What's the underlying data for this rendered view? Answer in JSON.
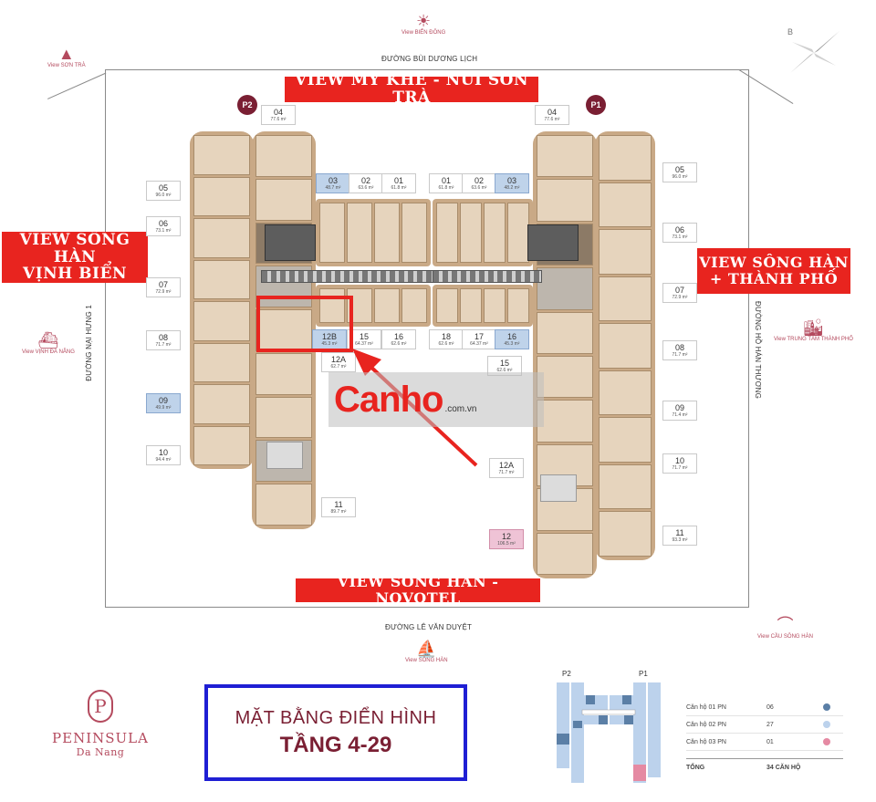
{
  "streets": {
    "top": "ĐƯỜNG BÙI DƯƠNG LỊCH",
    "bottom": "ĐƯỜNG LÊ VĂN DUYỆT",
    "left": "ĐƯỜNG NẠI HƯNG 1",
    "right": "ĐƯỜNG HỒ HÁN THƯƠNG"
  },
  "view_marks": {
    "son_tra": "View SƠN TRÀ",
    "bien_dong": "View BIỂN ĐÔNG",
    "vinh_da_nang": "View VỊNH ĐÀ NẴNG",
    "trung_tam": "View TRUNG TÂM THÀNH PHỐ",
    "cau_song_han": "View CẦU SÔNG HÀN",
    "song_han": "View SÔNG HÀN"
  },
  "compass_letter": "B",
  "banners": {
    "top": "VIEW MỸ KHÊ - NÚI SƠN TRÀ",
    "left": "VIEW SÔNG HÀN\nVỊNH BIỂN",
    "right": "VIEW SÔNG HÀN\n+ THÀNH PHỐ",
    "bottom": "VIEW SÔNG HÀN - NOVOTEL"
  },
  "tower_badges": {
    "p2": "P2",
    "p1": "P1"
  },
  "units": [
    {
      "id": "u-p2-04",
      "num": "04",
      "area": "77.6 m²",
      "style": "white"
    },
    {
      "id": "u-p2-05",
      "num": "05",
      "area": "96.0 m²",
      "style": "white"
    },
    {
      "id": "u-p2-06",
      "num": "06",
      "area": "73.1 m²",
      "style": "white"
    },
    {
      "id": "u-p2-07",
      "num": "07",
      "area": "72.9 m²",
      "style": "white"
    },
    {
      "id": "u-p2-08",
      "num": "08",
      "area": "71.7 m²",
      "style": "white"
    },
    {
      "id": "u-p2-09",
      "num": "09",
      "area": "49.9 m²",
      "style": "blue"
    },
    {
      "id": "u-p2-10",
      "num": "10",
      "area": "94.4 m²",
      "style": "white"
    },
    {
      "id": "u-p2-11",
      "num": "11",
      "area": "89.7 m²",
      "style": "white"
    },
    {
      "id": "u-p2-03",
      "num": "03",
      "area": "48.7 m²",
      "style": "blue"
    },
    {
      "id": "u-p2-02",
      "num": "02",
      "area": "63.6 m²",
      "style": "white"
    },
    {
      "id": "u-p2-01",
      "num": "01",
      "area": "61.8 m²",
      "style": "white"
    },
    {
      "id": "u-p2-12b",
      "num": "12B",
      "area": "45.3 m²",
      "style": "blue"
    },
    {
      "id": "u-p2-15",
      "num": "15",
      "area": "64.37 m²",
      "style": "white"
    },
    {
      "id": "u-p2-16",
      "num": "16",
      "area": "62.6 m²",
      "style": "white"
    },
    {
      "id": "u-p2-12a",
      "num": "12A",
      "area": "62.7 m²",
      "style": "white"
    },
    {
      "id": "u-p1-01",
      "num": "01",
      "area": "61.8 m²",
      "style": "white"
    },
    {
      "id": "u-p1-02",
      "num": "02",
      "area": "63.6 m²",
      "style": "white"
    },
    {
      "id": "u-p1-03",
      "num": "03",
      "area": "48.2 m²",
      "style": "blue"
    },
    {
      "id": "u-p1-04",
      "num": "04",
      "area": "77.6 m²",
      "style": "white"
    },
    {
      "id": "u-p1-05",
      "num": "05",
      "area": "96.0 m²",
      "style": "white"
    },
    {
      "id": "u-p1-06",
      "num": "06",
      "area": "73.1 m²",
      "style": "white"
    },
    {
      "id": "u-p1-07",
      "num": "07",
      "area": "72.9 m²",
      "style": "white"
    },
    {
      "id": "u-p1-18",
      "num": "18",
      "area": "62.6 m²",
      "style": "white"
    },
    {
      "id": "u-p1-17",
      "num": "17",
      "area": "64.37 m²",
      "style": "white"
    },
    {
      "id": "u-p1-16",
      "num": "16",
      "area": "45.3 m²",
      "style": "blue"
    },
    {
      "id": "u-p1-15",
      "num": "15",
      "area": "62.6 m²",
      "style": "white"
    },
    {
      "id": "u-p1-08",
      "num": "08",
      "area": "71.7 m²",
      "style": "white"
    },
    {
      "id": "u-p1-09",
      "num": "09",
      "area": "71.4 m²",
      "style": "white"
    },
    {
      "id": "u-p1-12a",
      "num": "12A",
      "area": "71.7 m²",
      "style": "white"
    },
    {
      "id": "u-p1-10",
      "num": "10",
      "area": "71.7 m²",
      "style": "white"
    },
    {
      "id": "u-p1-12",
      "num": "12",
      "area": "106.5 m²",
      "style": "pink"
    },
    {
      "id": "u-p1-11",
      "num": "11",
      "area": "93.3 m²",
      "style": "white"
    }
  ],
  "watermark": {
    "main": "Canho",
    "sub": ".com.vn"
  },
  "logo": {
    "mark": "P",
    "brand": "PENINSULA",
    "city": "Da Nang"
  },
  "title": {
    "line1": "MẶT BẰNG ĐIỂN HÌNH",
    "line2": "TẦNG 4-29"
  },
  "mini_plan": {
    "p2": "P2",
    "p1": "P1"
  },
  "legend": {
    "rows": [
      {
        "name": "Căn hộ 01 PN",
        "count": "06",
        "color": "#5b7fa6"
      },
      {
        "name": "Căn hộ 02 PN",
        "count": "27",
        "color": "#bcd2ec"
      },
      {
        "name": "Căn hộ 03 PN",
        "count": "01",
        "color": "#e58aa3"
      }
    ],
    "total_label": "TỔNG",
    "total_value": "34 CĂN HỘ"
  },
  "colors": {
    "banner_red": "#e8241f",
    "brand_maroon": "#7a1f33",
    "title_border_blue": "#1f1fd4",
    "unit_1pn_blue": "#bfd3ea",
    "unit_3pn_pink": "#efc3d6"
  }
}
